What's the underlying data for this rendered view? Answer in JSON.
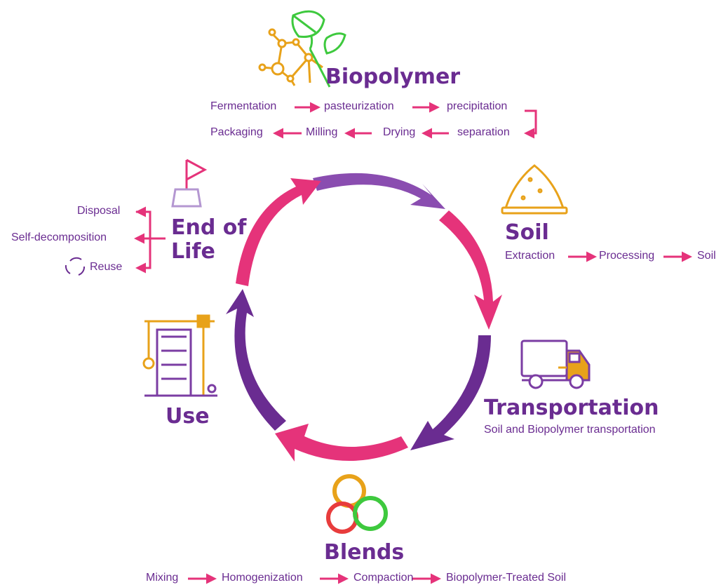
{
  "colors": {
    "purple": "#6a2c91",
    "pink": "#e5337a",
    "orange": "#e8a21a",
    "green": "#3ec93e",
    "red": "#e83c3c"
  },
  "stages": {
    "biopolymer": {
      "title": "Biopolymer",
      "steps_row1": [
        "Fermentation",
        "pasteurization",
        "precipitation"
      ],
      "steps_row2": [
        "Packaging",
        "Milling",
        "Drying",
        "separation"
      ],
      "icon": "molecule-leaf-icon"
    },
    "soil": {
      "title": "Soil",
      "steps": [
        "Extraction",
        "Processing",
        "Soil"
      ],
      "icon": "soil-pile-icon"
    },
    "transportation": {
      "title": "Transportation",
      "subtitle": "Soil and Biopolymer transportation",
      "icon": "truck-icon"
    },
    "blends": {
      "title": "Blends",
      "steps": [
        "Mixing",
        "Homogenization",
        "Compaction",
        "Biopolymer-Treated Soil"
      ],
      "icon": "three-rings-icon"
    },
    "use": {
      "title": "Use",
      "icon": "construction-crane-icon"
    },
    "end_of_life": {
      "title_line1": "End of",
      "title_line2": "Life",
      "options": [
        "Disposal",
        "Self-decomposition",
        "Reuse"
      ],
      "icon": "flag-icon",
      "reuse_icon": "recycle-icon"
    }
  }
}
